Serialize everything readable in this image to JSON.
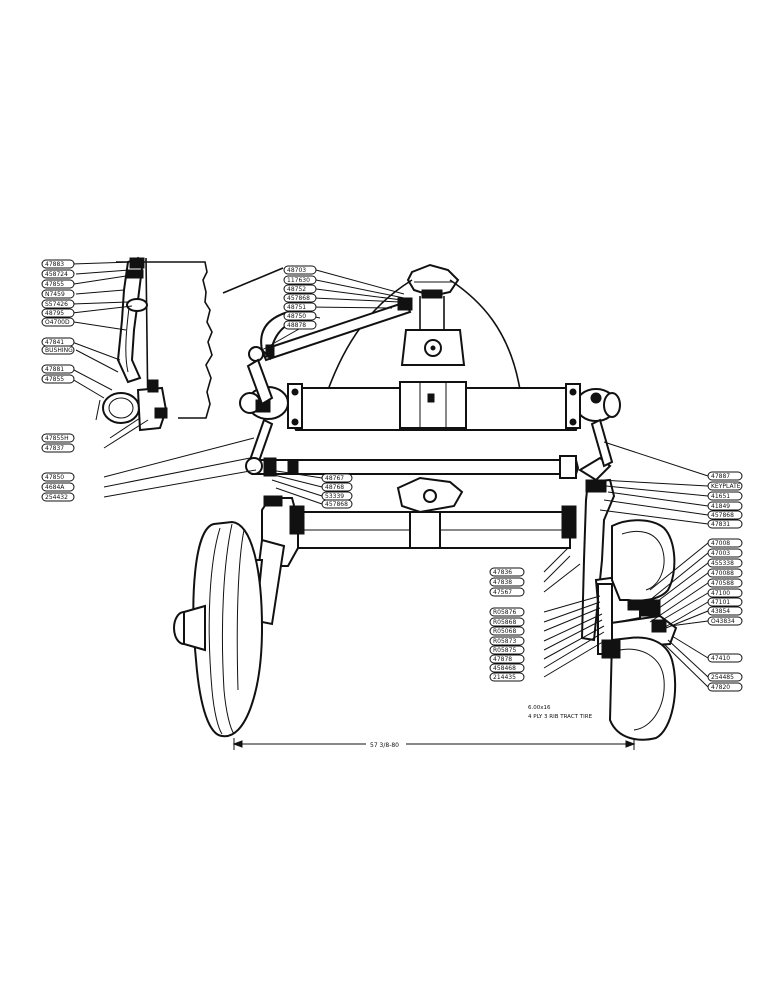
{
  "diagram": {
    "tire_note_line1": "6.00x16",
    "tire_note_line2": "4 PLY 3 RIB TRACT TIRE",
    "tread_dimension": "57 3/8-80"
  },
  "left_callouts": [
    {
      "text": "47883"
    },
    {
      "text": "458724"
    },
    {
      "text": "47855"
    },
    {
      "text": "N7459"
    },
    {
      "text": "S57426"
    },
    {
      "text": "48795"
    },
    {
      "text": "O4700D"
    },
    {
      "text": "47841"
    },
    {
      "text": "BUSHING"
    },
    {
      "text": "47881"
    },
    {
      "text": "47855"
    },
    {
      "text": "47855H"
    },
    {
      "text": "47837"
    },
    {
      "text": "47850"
    },
    {
      "text": "4684A"
    },
    {
      "text": "254432"
    }
  ],
  "upper_callouts": [
    {
      "text": "48703"
    },
    {
      "text": "117630"
    },
    {
      "text": "48752"
    },
    {
      "text": "457868"
    },
    {
      "text": "48751"
    },
    {
      "text": "48750"
    },
    {
      "text": "48878"
    }
  ],
  "mid_callouts": [
    {
      "text": "48767"
    },
    {
      "text": "48768"
    },
    {
      "text": "53339"
    },
    {
      "text": "457868"
    }
  ],
  "right_callouts": [
    {
      "text": "47887"
    },
    {
      "text": "KEYPLATE"
    },
    {
      "text": "41651"
    },
    {
      "text": "41849"
    },
    {
      "text": "457868"
    },
    {
      "text": "47831"
    },
    {
      "text": "47008"
    },
    {
      "text": "47003"
    },
    {
      "text": "455338"
    },
    {
      "text": "470088"
    },
    {
      "text": "470588"
    },
    {
      "text": "47100"
    },
    {
      "text": "47101"
    },
    {
      "text": "43854"
    },
    {
      "text": "O43834"
    },
    {
      "text": "47410"
    },
    {
      "text": "254485"
    },
    {
      "text": "47820"
    }
  ],
  "lower_callouts": [
    {
      "text": "47836"
    },
    {
      "text": "47838"
    },
    {
      "text": "47567"
    },
    {
      "text": "R05876"
    },
    {
      "text": "R05868"
    },
    {
      "text": "R05068"
    },
    {
      "text": "R05873"
    },
    {
      "text": "R05875"
    },
    {
      "text": "47878"
    },
    {
      "text": "458468"
    },
    {
      "text": "214435"
    }
  ]
}
